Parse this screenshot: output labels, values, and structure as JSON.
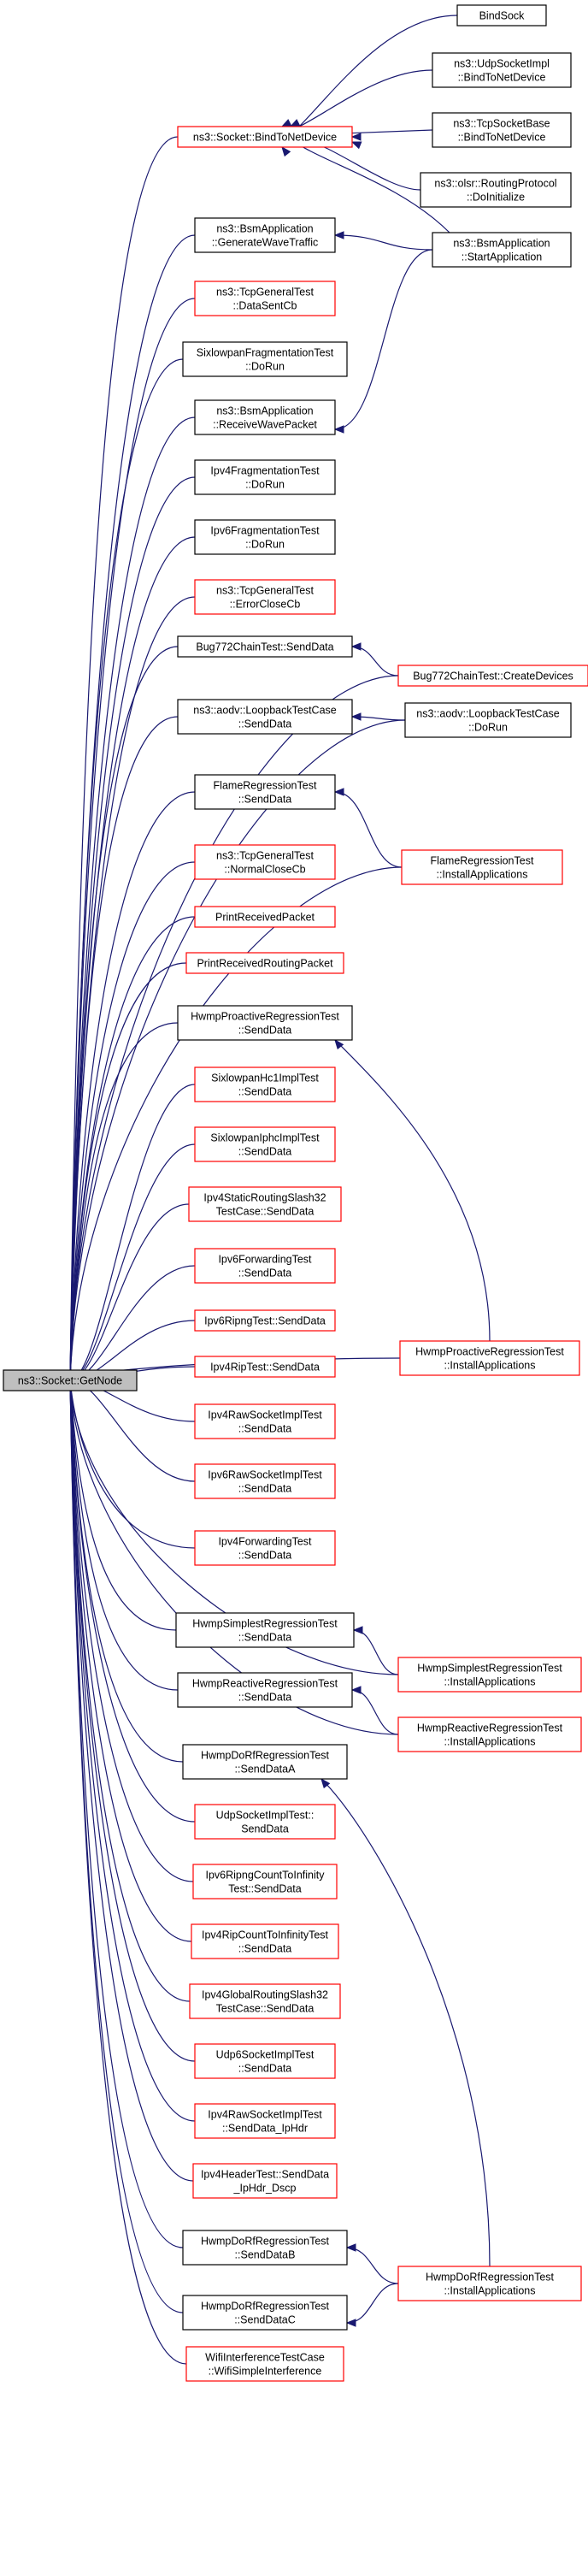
{
  "colors": {
    "edge": "#191970",
    "red_border": "#ff0000",
    "black_border": "#000000",
    "root_fill": "#bfbfbf",
    "node_fill": "#ffffff"
  },
  "nodes": [
    {
      "id": "root",
      "lines": [
        "ns3::Socket::GetNode"
      ],
      "style": "root"
    },
    {
      "id": "bind",
      "lines": [
        "ns3::Socket::BindToNetDevice"
      ],
      "style": "red"
    },
    {
      "id": "gen",
      "lines": [
        "ns3::BsmApplication",
        "::GenerateWaveTraffic"
      ],
      "style": "black"
    },
    {
      "id": "dsc",
      "lines": [
        "ns3::TcpGeneralTest",
        "::DataSentCb"
      ],
      "style": "red"
    },
    {
      "id": "six",
      "lines": [
        "SixlowpanFragmentationTest",
        "::DoRun"
      ],
      "style": "black"
    },
    {
      "id": "rwp",
      "lines": [
        "ns3::BsmApplication",
        "::ReceiveWavePacket"
      ],
      "style": "black"
    },
    {
      "id": "ip4f",
      "lines": [
        "Ipv4FragmentationTest",
        "::DoRun"
      ],
      "style": "black"
    },
    {
      "id": "ip6f",
      "lines": [
        "Ipv6FragmentationTest",
        "::DoRun"
      ],
      "style": "black"
    },
    {
      "id": "ecb",
      "lines": [
        "ns3::TcpGeneralTest",
        "::ErrorCloseCb"
      ],
      "style": "red"
    },
    {
      "id": "bug",
      "lines": [
        "Bug772ChainTest::SendData"
      ],
      "style": "black"
    },
    {
      "id": "aodv",
      "lines": [
        "ns3::aodv::LoopbackTestCase",
        "::SendData"
      ],
      "style": "black"
    },
    {
      "id": "flame",
      "lines": [
        "FlameRegressionTest",
        "::SendData"
      ],
      "style": "black"
    },
    {
      "id": "ncc",
      "lines": [
        "ns3::TcpGeneralTest",
        "::NormalCloseCb"
      ],
      "style": "red"
    },
    {
      "id": "prp",
      "lines": [
        "PrintReceivedPacket"
      ],
      "style": "red"
    },
    {
      "id": "prrp",
      "lines": [
        "PrintReceivedRoutingPacket"
      ],
      "style": "red"
    },
    {
      "id": "hpro",
      "lines": [
        "HwmpProactiveRegressionTest",
        "::SendData"
      ],
      "style": "black"
    },
    {
      "id": "hc1",
      "lines": [
        "SixlowpanHc1ImplTest",
        "::SendData"
      ],
      "style": "red"
    },
    {
      "id": "iphc",
      "lines": [
        "SixlowpanIphcImplTest",
        "::SendData"
      ],
      "style": "red"
    },
    {
      "id": "ip4s",
      "lines": [
        "Ipv4StaticRoutingSlash32",
        "TestCase::SendData"
      ],
      "style": "red"
    },
    {
      "id": "ip6fw",
      "lines": [
        "Ipv6ForwardingTest",
        "::SendData"
      ],
      "style": "red"
    },
    {
      "id": "ip6r",
      "lines": [
        "Ipv6RipngTest::SendData"
      ],
      "style": "red"
    },
    {
      "id": "ip4r",
      "lines": [
        "Ipv4RipTest::SendData"
      ],
      "style": "red"
    },
    {
      "id": "ip4raw",
      "lines": [
        "Ipv4RawSocketImplTest",
        "::SendData"
      ],
      "style": "red"
    },
    {
      "id": "ip6raw",
      "lines": [
        "Ipv6RawSocketImplTest",
        "::SendData"
      ],
      "style": "red"
    },
    {
      "id": "ip4fw",
      "lines": [
        "Ipv4ForwardingTest",
        "::SendData"
      ],
      "style": "red"
    },
    {
      "id": "hsim",
      "lines": [
        "HwmpSimplestRegressionTest",
        "::SendData"
      ],
      "style": "black"
    },
    {
      "id": "hrea",
      "lines": [
        "HwmpReactiveRegressionTest",
        "::SendData"
      ],
      "style": "black"
    },
    {
      "id": "hdoa",
      "lines": [
        "HwmpDoRfRegressionTest",
        "::SendDataA"
      ],
      "style": "black"
    },
    {
      "id": "udp",
      "lines": [
        "UdpSocketImplTest::",
        "SendData"
      ],
      "style": "red"
    },
    {
      "id": "ip6ri",
      "lines": [
        "Ipv6RipngCountToInfinity",
        "Test::SendData"
      ],
      "style": "red"
    },
    {
      "id": "ip4ri",
      "lines": [
        "Ipv4RipCountToInfinityTest",
        "::SendData"
      ],
      "style": "red"
    },
    {
      "id": "ip4g",
      "lines": [
        "Ipv4GlobalRoutingSlash32",
        "TestCase::SendData"
      ],
      "style": "red"
    },
    {
      "id": "udp6",
      "lines": [
        "Udp6SocketImplTest",
        "::SendData"
      ],
      "style": "red"
    },
    {
      "id": "ip4rh",
      "lines": [
        "Ipv4RawSocketImplTest",
        "::SendData_IpHdr"
      ],
      "style": "red"
    },
    {
      "id": "ip4h",
      "lines": [
        "Ipv4HeaderTest::SendData",
        "_IpHdr_Dscp"
      ],
      "style": "red"
    },
    {
      "id": "hdob",
      "lines": [
        "HwmpDoRfRegressionTest",
        "::SendDataB"
      ],
      "style": "black"
    },
    {
      "id": "hdoc",
      "lines": [
        "HwmpDoRfRegressionTest",
        "::SendDataC"
      ],
      "style": "black"
    },
    {
      "id": "wifi",
      "lines": [
        "WifiInterferenceTestCase",
        "::WifiSimpleInterference"
      ],
      "style": "red"
    },
    {
      "id": "bs",
      "lines": [
        "BindSock"
      ],
      "style": "black"
    },
    {
      "id": "udpb",
      "lines": [
        "ns3::UdpSocketImpl",
        "::BindToNetDevice"
      ],
      "style": "black"
    },
    {
      "id": "tcpb",
      "lines": [
        "ns3::TcpSocketBase",
        "::BindToNetDevice"
      ],
      "style": "black"
    },
    {
      "id": "olsr",
      "lines": [
        "ns3::olsr::RoutingProtocol",
        "::DoInitialize"
      ],
      "style": "black"
    },
    {
      "id": "bsm",
      "lines": [
        "ns3::BsmApplication",
        "::StartApplication"
      ],
      "style": "black"
    },
    {
      "id": "bugcd",
      "lines": [
        "Bug772ChainTest::CreateDevices"
      ],
      "style": "red"
    },
    {
      "id": "aodvr",
      "lines": [
        "ns3::aodv::LoopbackTestCase",
        "::DoRun"
      ],
      "style": "black"
    },
    {
      "id": "flia",
      "lines": [
        "FlameRegressionTest",
        "::InstallApplications"
      ],
      "style": "red"
    },
    {
      "id": "hpia",
      "lines": [
        "HwmpProactiveRegressionTest",
        "::InstallApplications"
      ],
      "style": "red"
    },
    {
      "id": "hsia",
      "lines": [
        "HwmpSimplestRegressionTest",
        "::InstallApplications"
      ],
      "style": "red"
    },
    {
      "id": "hria",
      "lines": [
        "HwmpReactiveRegressionTest",
        "::InstallApplications"
      ],
      "style": "red"
    },
    {
      "id": "hdia",
      "lines": [
        "HwmpDoRfRegressionTest",
        "::InstallApplications"
      ],
      "style": "red"
    }
  ],
  "edges": [
    [
      "bind",
      "root"
    ],
    [
      "gen",
      "root"
    ],
    [
      "dsc",
      "root"
    ],
    [
      "six",
      "root"
    ],
    [
      "rwp",
      "root"
    ],
    [
      "ip4f",
      "root"
    ],
    [
      "ip6f",
      "root"
    ],
    [
      "ecb",
      "root"
    ],
    [
      "bug",
      "root"
    ],
    [
      "aodv",
      "root"
    ],
    [
      "flame",
      "root"
    ],
    [
      "ncc",
      "root"
    ],
    [
      "prp",
      "root"
    ],
    [
      "prrp",
      "root"
    ],
    [
      "hpro",
      "root"
    ],
    [
      "hc1",
      "root"
    ],
    [
      "iphc",
      "root"
    ],
    [
      "ip4s",
      "root"
    ],
    [
      "ip6fw",
      "root"
    ],
    [
      "ip6r",
      "root"
    ],
    [
      "ip4r",
      "root"
    ],
    [
      "ip4raw",
      "root"
    ],
    [
      "ip6raw",
      "root"
    ],
    [
      "ip4fw",
      "root"
    ],
    [
      "hsim",
      "root"
    ],
    [
      "hrea",
      "root"
    ],
    [
      "hdoa",
      "root"
    ],
    [
      "udp",
      "root"
    ],
    [
      "ip6ri",
      "root"
    ],
    [
      "ip4ri",
      "root"
    ],
    [
      "ip4g",
      "root"
    ],
    [
      "udp6",
      "root"
    ],
    [
      "ip4rh",
      "root"
    ],
    [
      "ip4h",
      "root"
    ],
    [
      "hdob",
      "root"
    ],
    [
      "hdoc",
      "root"
    ],
    [
      "wifi",
      "root"
    ],
    [
      "bs",
      "bind"
    ],
    [
      "udpb",
      "bind"
    ],
    [
      "tcpb",
      "bind"
    ],
    [
      "olsr",
      "bind"
    ],
    [
      "bsm",
      "bind"
    ],
    [
      "bsm",
      "gen"
    ],
    [
      "bsm",
      "rwp"
    ],
    [
      "bugcd",
      "bug"
    ],
    [
      "bugcd",
      "root"
    ],
    [
      "aodvr",
      "aodv"
    ],
    [
      "aodvr",
      "root"
    ],
    [
      "flia",
      "flame"
    ],
    [
      "flia",
      "root"
    ],
    [
      "hpia",
      "hpro"
    ],
    [
      "hpia",
      "root"
    ],
    [
      "hsia",
      "hsim"
    ],
    [
      "hsia",
      "root"
    ],
    [
      "hria",
      "hrea"
    ],
    [
      "hria",
      "root"
    ],
    [
      "hdia",
      "hdoa"
    ],
    [
      "hdia",
      "hdob"
    ],
    [
      "hdia",
      "hdoc"
    ]
  ]
}
